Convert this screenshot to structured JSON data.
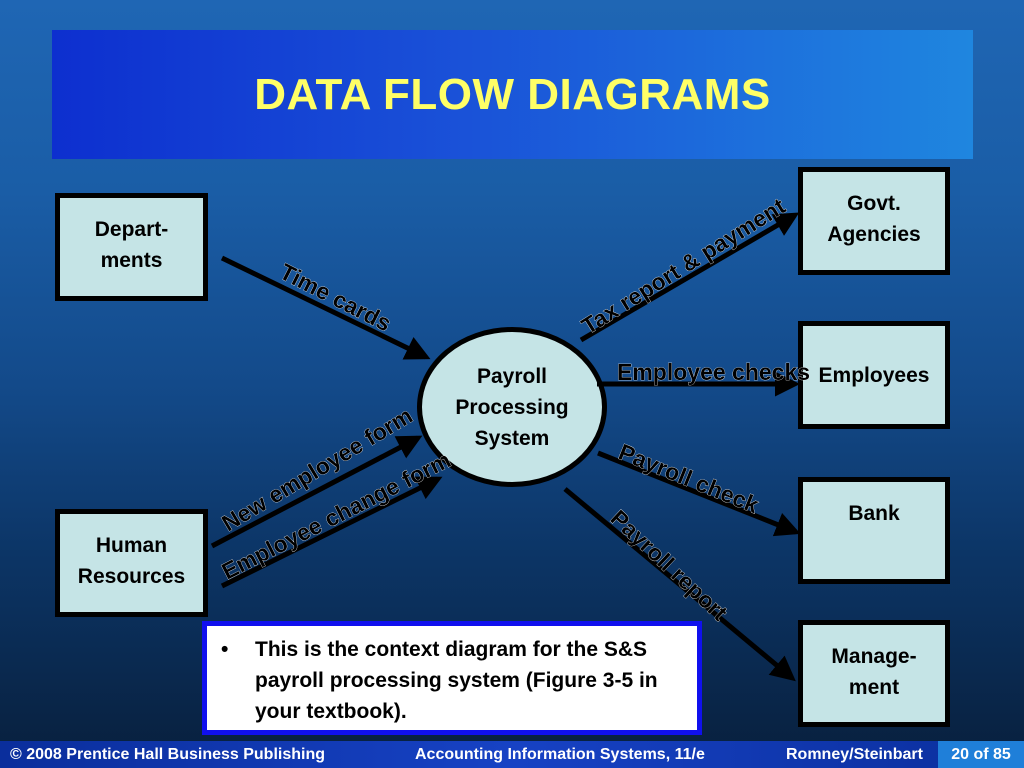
{
  "title": "DATA FLOW DIAGRAMS",
  "entities": {
    "departments": "Depart-\nments",
    "human_resources": "Human\nResources",
    "govt_agencies": "Govt.\nAgencies",
    "employees": "Employees",
    "bank": "Bank",
    "management": "Manage-\nment"
  },
  "process": "Payroll\nProcessing\nSystem",
  "flows": {
    "time_cards": "Time cards",
    "new_employee_form": "New employee form",
    "employee_change_form": "Employee change form",
    "tax_report_payment": "Tax report & payment",
    "employee_checks": "Employee checks",
    "payroll_check": "Payroll check",
    "payroll_report": "Payroll report"
  },
  "note": {
    "bullet": "•",
    "text": "This is the context diagram for the S&S payroll processing system (Figure 3-5 in your textbook)."
  },
  "footer": {
    "copyright": "© 2008 Prentice Hall Business Publishing",
    "course": "Accounting Information Systems, 11/e",
    "authors": "Romney/Steinbart",
    "page": "20 of 85"
  },
  "colors": {
    "title_text": "#ffff66",
    "box_fill": "#c5e4e6",
    "note_border": "#1010ee"
  }
}
